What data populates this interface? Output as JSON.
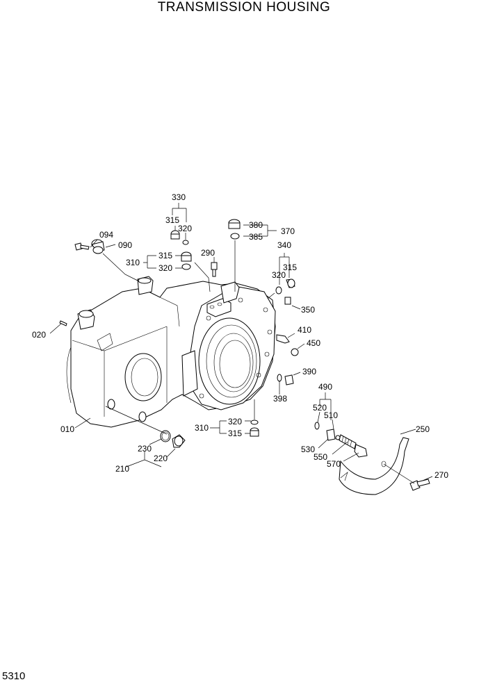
{
  "title": "TRANSMISSION HOUSING",
  "page_number": "5310",
  "callouts": [
    "330",
    "315",
    "320",
    "380",
    "370",
    "385",
    "094",
    "090",
    "310",
    "315",
    "320",
    "290",
    "340",
    "315",
    "320",
    "350",
    "410",
    "450",
    "020",
    "390",
    "398",
    "490",
    "520",
    "510",
    "310",
    "320",
    "315",
    "010",
    "230",
    "220",
    "210",
    "530",
    "550",
    "570",
    "250",
    "270"
  ]
}
